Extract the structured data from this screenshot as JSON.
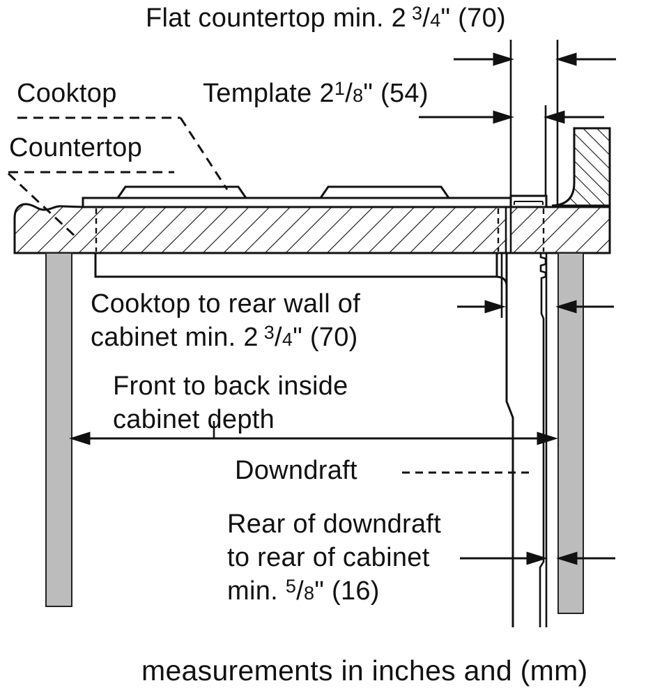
{
  "diagram": {
    "title": "Cooktop with downdraft installation cross-section",
    "labels": {
      "flat_countertop": {
        "pre": "Flat countertop min. 2",
        "frac_num": "3",
        "frac_den": "4",
        "post": "\" (70)"
      },
      "template": {
        "pre": "Template 2",
        "frac_num": "1",
        "frac_den": "8",
        "post": "\" (54)"
      },
      "cooktop": "Cooktop",
      "countertop": "Countertop",
      "cooktop_to_rear": {
        "line1": "Cooktop to rear wall of",
        "line2_pre": "cabinet min. 2",
        "frac_num": "3",
        "frac_den": "4",
        "post": "\" (70)"
      },
      "cabinet_depth": {
        "line1": "Front to back inside",
        "line2": "cabinet depth"
      },
      "downdraft": "Downdraft",
      "rear_downdraft": {
        "line1": "Rear of downdraft",
        "line2": "to rear of cabinet",
        "line3_pre": "min. ",
        "frac_num": "5",
        "frac_den": "8",
        "post": "\" (16)"
      }
    },
    "footnote": "measurements in inches and (mm)",
    "measurements": [
      {
        "name": "Flat countertop",
        "value_in": "2 3/4\"",
        "value_mm": 70,
        "constraint": "min."
      },
      {
        "name": "Template",
        "value_in": "2 1/8\"",
        "value_mm": 54,
        "constraint": ""
      },
      {
        "name": "Cooktop to rear wall of cabinet",
        "value_in": "2 3/4\"",
        "value_mm": 70,
        "constraint": "min."
      },
      {
        "name": "Front to back inside cabinet depth",
        "value_in": "",
        "value_mm": null,
        "constraint": ""
      },
      {
        "name": "Rear of downdraft to rear of cabinet",
        "value_in": "5/8\"",
        "value_mm": 16,
        "constraint": "min."
      }
    ],
    "colors": {
      "line": "#111111",
      "cabinet_panel": "#bcbcbc",
      "background": "#ffffff"
    }
  }
}
